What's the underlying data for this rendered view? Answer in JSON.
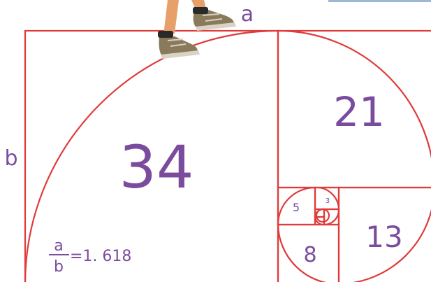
{
  "diagram": {
    "squares": [
      "34",
      "21",
      "13",
      "8",
      "5",
      "3"
    ],
    "side_labels": {
      "top": "a",
      "left": "b"
    },
    "ratio": {
      "numerator": "a",
      "denominator": "b",
      "equals": "=1. 618"
    }
  },
  "colors": {
    "line": "#e03a3a",
    "text": "#7b4c9e",
    "shoe": "#8a7a5c",
    "skin": "#e8a06a"
  },
  "illustration": {
    "subject": "walking-person-legs"
  }
}
